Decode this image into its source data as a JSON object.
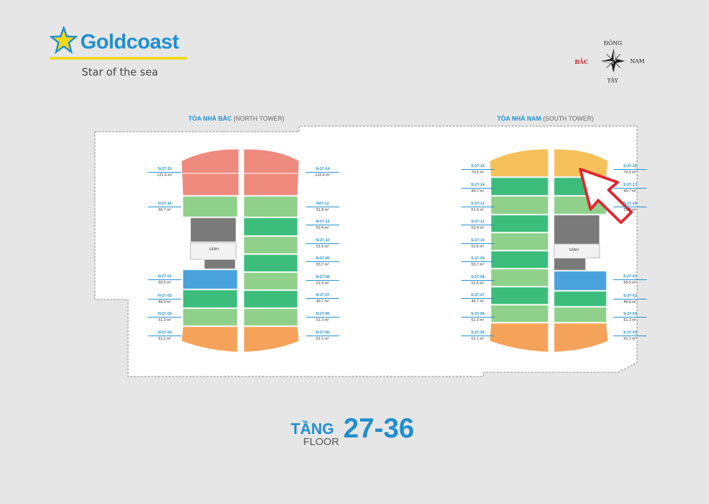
{
  "brand": {
    "name": "Goldcoast",
    "tagline": "Star of the sea"
  },
  "compass": {
    "north": "BẮC",
    "south": "NAM",
    "east": "ĐÔNG",
    "west": "TÂY"
  },
  "north_tower": {
    "name": "TÒA NHÀ BẮC",
    "name_en": "(NORTH TOWER)",
    "lobby": "SẢNH",
    "left_units": [
      {
        "code": "N-27-15",
        "area": "121.6 m²"
      },
      {
        "code": "N-27-16",
        "area": "56.7 m²"
      },
      {
        "code": "N-27-01",
        "area": "69.5 m²"
      },
      {
        "code": "N-27-02",
        "area": "48.9 m²"
      },
      {
        "code": "N-27-03",
        "area": "51.3 m²"
      },
      {
        "code": "N-27-04",
        "area": "61.1 m²"
      }
    ],
    "right_units": [
      {
        "code": "N-27-14",
        "area": "122.4 m²"
      },
      {
        "code": "N27-12",
        "area": "51.8 m²"
      },
      {
        "code": "N-27-11",
        "area": "52.4 m²"
      },
      {
        "code": "N-27-10",
        "area": "51.6 m²"
      },
      {
        "code": "N-27-09",
        "area": "53.7 m²"
      },
      {
        "code": "N-27-08",
        "area": "51.6 m²"
      },
      {
        "code": "N-27-07",
        "area": "49.7 m²"
      },
      {
        "code": "N-27-06",
        "area": "51.3 m²"
      },
      {
        "code": "N-27-05",
        "area": "61.1 m²"
      }
    ]
  },
  "south_tower": {
    "name": "TÒA NHÀ NAM",
    "name_en": "(SOUTH TOWER)",
    "lobby": "SẢNH",
    "left_units": [
      {
        "code": "S-27-15",
        "area": "70.5 m²"
      },
      {
        "code": "S-27-14",
        "area": "49.7 m²"
      },
      {
        "code": "S-27-12",
        "area": "51.9 m²"
      },
      {
        "code": "S-27-11",
        "area": "52.4 m²"
      },
      {
        "code": "S-27-10",
        "area": "51.6 m²"
      },
      {
        "code": "S-27-09",
        "area": "53.7 m²"
      },
      {
        "code": "S-27-08",
        "area": "51.6 m²"
      },
      {
        "code": "S-27-07",
        "area": "49.7 m²"
      },
      {
        "code": "S-27-06",
        "area": "51.3 m²"
      },
      {
        "code": "S-27-05",
        "area": "61.1 m²"
      }
    ],
    "right_units": [
      {
        "code": "S-27-16",
        "area": "70.5 m²"
      },
      {
        "code": "S-27-17",
        "area": "49.7 m²"
      },
      {
        "code": "S-27-18",
        "area": "51.7 m²"
      },
      {
        "code": "S-27-01",
        "area": "69.5 m²"
      },
      {
        "code": "S-27-02",
        "area": "48.9 m²"
      },
      {
        "code": "S-27-03",
        "area": "51.3 m²"
      },
      {
        "code": "S-27-04",
        "area": "61.1 m²"
      }
    ]
  },
  "floor": {
    "label_vi": "TẦNG",
    "label_en": "FLOOR",
    "range": "27-36"
  },
  "colors": {
    "accent": "#1f8fd0",
    "salmon": "#ee8a7e",
    "green_light": "#8fd08a",
    "green": "#3dbd7c",
    "blue": "#4aa3dc",
    "orange": "#f5a35a",
    "gold": "#f6c15a",
    "core": "#7a7a7a",
    "arrow": "#e0262e"
  }
}
